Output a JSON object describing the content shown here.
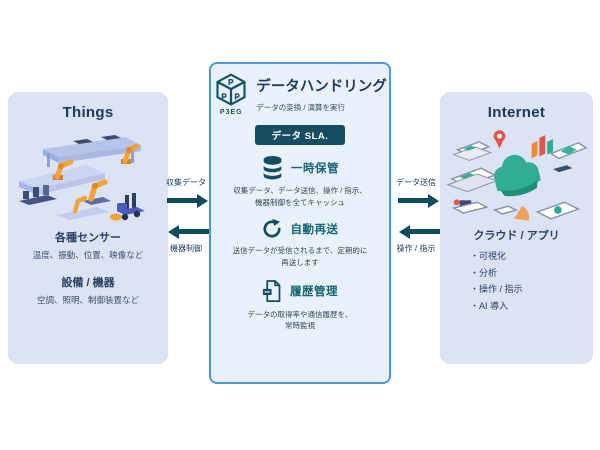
{
  "left_panel": {
    "title": "Things",
    "illustration": "factory-isometric-illustration",
    "sections": [
      {
        "title": "各種センサー",
        "desc": "温度、振動、位置、映像など"
      },
      {
        "title": "設備 / 機器",
        "desc": "空調、照明、制御装置など"
      }
    ]
  },
  "center_panel": {
    "logo_icon": "cube-logo-icon",
    "logo_caption": "P3EG",
    "title": "データハンドリング",
    "subtitle": "データの変換 / 演算を実行",
    "badge": "データ SLA.",
    "features": [
      {
        "icon": "database-icon",
        "title": "一時保管",
        "desc_line1": "収集データ、データ送信、操作 / 指示、",
        "desc_line2": "機器制御を全てキャッシュ"
      },
      {
        "icon": "refresh-icon",
        "title": "自動再送",
        "desc_line1": "送信データが受信されるまで、定期的に",
        "desc_line2": "再送します"
      },
      {
        "icon": "document-icon",
        "title": "履歴管理",
        "desc_line1": "データの取得率や通信履歴を、",
        "desc_line2": "常時監視"
      }
    ]
  },
  "right_panel": {
    "title": "Internet",
    "illustration": "cloud-devices-isometric-illustration",
    "subtitle": "クラウド / アプリ",
    "bullets": [
      "・可視化",
      "・分析",
      "・操作 / 指示",
      "・AI 導入"
    ]
  },
  "arrows": {
    "left_to_center": "収集データ",
    "center_to_left": "機器制御",
    "center_to_right": "データ送信",
    "right_to_center": "操作 / 指示"
  },
  "colors": {
    "side_panel_bg": "#dbe3f5",
    "center_panel_bg": "#e9f2fc",
    "center_panel_border": "#4d9ad5",
    "heading_navy": "#1b3a5e",
    "arrow_teal": "#0f4c60",
    "badge_bg": "#154e60",
    "feature_title_teal": "#156377",
    "robot_orange": "#f2a33c",
    "cloud_teal": "#2fae93",
    "pin_red": "#e2574c"
  }
}
